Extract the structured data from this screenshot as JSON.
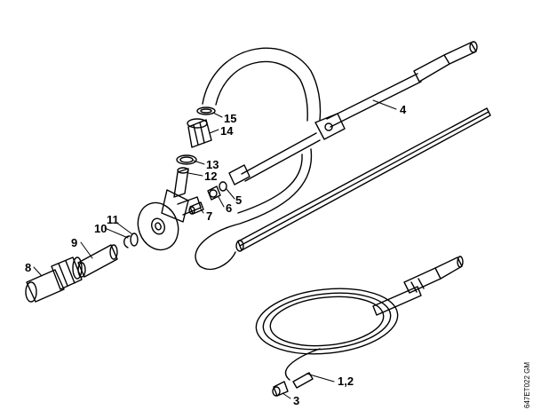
{
  "diagram": {
    "drawing_code": "647ET022 GM",
    "labels": {
      "p1_2": "1,2",
      "p3": "3",
      "p4": "4",
      "p5": "5",
      "p6": "6",
      "p7": "7",
      "p8": "8",
      "p9": "9",
      "p10": "10",
      "p11": "11",
      "p12": "12",
      "p13": "13",
      "p14": "14",
      "p15": "15"
    }
  }
}
